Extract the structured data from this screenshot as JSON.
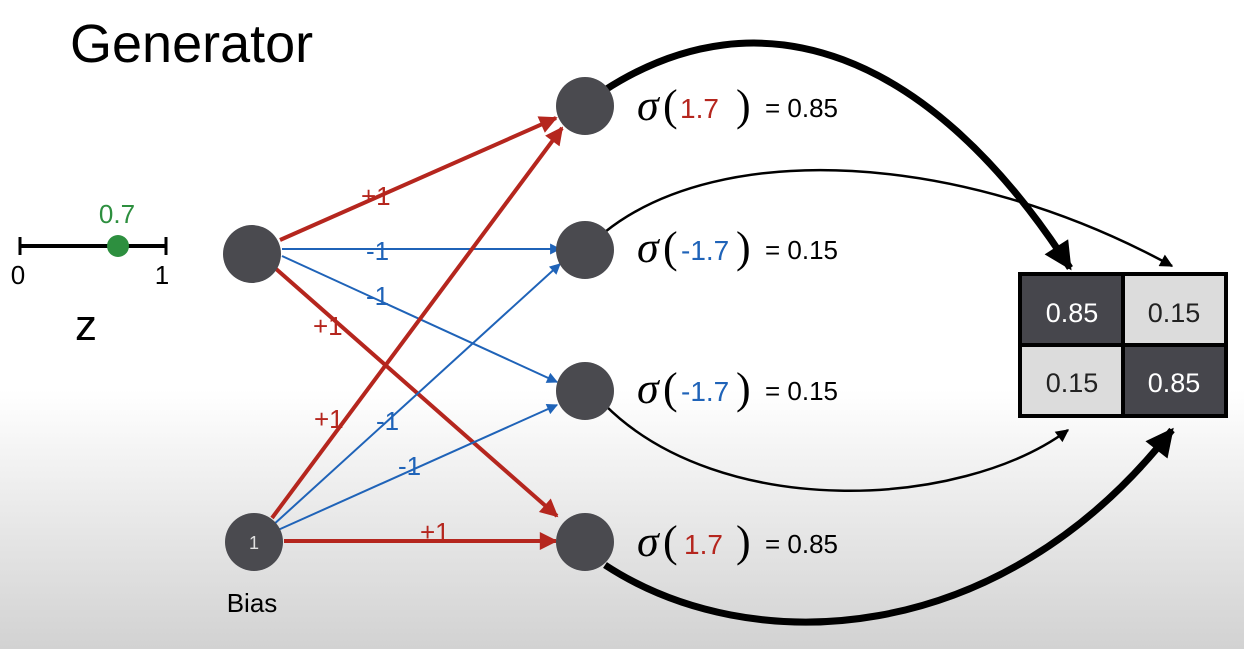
{
  "title": "Generator",
  "input": {
    "value_label": "0.7",
    "min_label": "0",
    "max_label": "1",
    "var_label": "z",
    "value": 0.7
  },
  "bias": {
    "node_label": "1",
    "caption": "Bias"
  },
  "weights": {
    "z_to_h1": "+1",
    "z_to_h2": "-1",
    "z_to_h3": "-1",
    "z_to_h4": "+1",
    "bias_to_h1": "+1",
    "bias_to_h2": "-1",
    "bias_to_h3": "-1",
    "bias_to_h4": "+1"
  },
  "outputs": [
    {
      "sigma": "σ",
      "open": "(",
      "arg": "1.7",
      "close": ")",
      "result": "= 0.85"
    },
    {
      "sigma": "σ",
      "open": "(",
      "arg": "-1.7",
      "close": ")",
      "result": "= 0.15"
    },
    {
      "sigma": "σ",
      "open": "(",
      "arg": "-1.7",
      "close": ")",
      "result": "= 0.15"
    },
    {
      "sigma": "σ",
      "open": "(",
      "arg": "1.7",
      "close": ")",
      "result": "= 0.85"
    }
  ],
  "grid": {
    "cells": [
      "0.85",
      "0.15",
      "0.15",
      "0.85"
    ]
  },
  "colors": {
    "positive": "#b5261e",
    "negative": "#1f63b8",
    "green": "#2d8f3f",
    "node": "#4a4a4f",
    "dark_cell": "#46464c",
    "light_cell": "#dcdcdc"
  }
}
